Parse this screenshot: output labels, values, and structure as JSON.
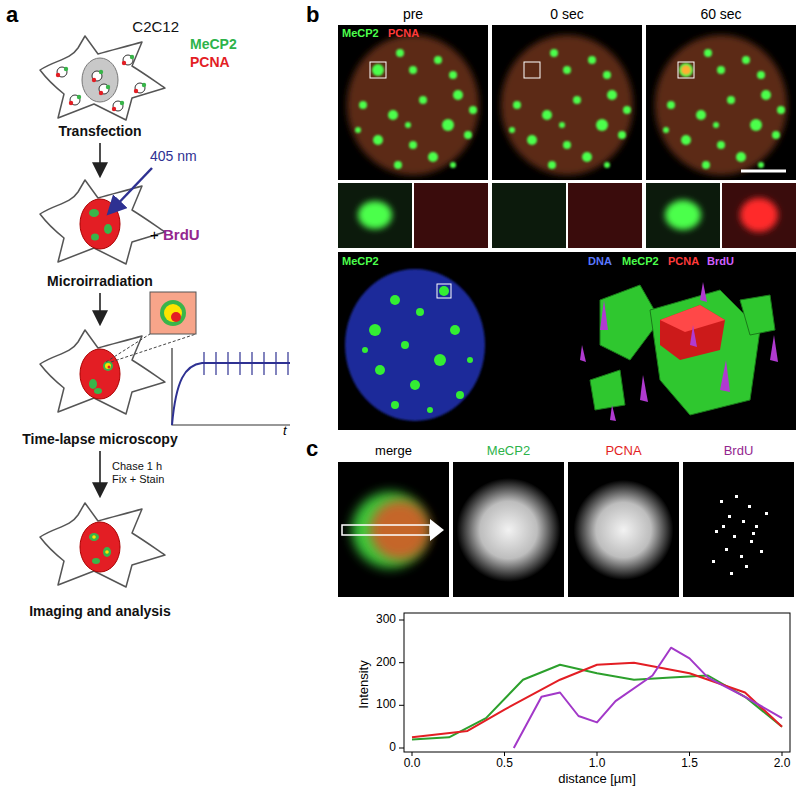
{
  "diagram": {
    "nodes": [
      {
        "text": [
          "C2C12",
          "Transfection"
        ]
      },
      {
        "text": [
          "Microirradiation"
        ]
      },
      {
        "text": [
          "Time-lapse microscopy"
        ]
      },
      {
        "text": [
          "Imaging and analysis"
        ]
      }
    ],
    "edges": [
      {
        "from": 0,
        "to": 1,
        "arrow": "to"
      },
      {
        "from": 1,
        "to": 2,
        "arrow": "to"
      },
      {
        "from": 2,
        "to": 3,
        "label": "Chase 1 h Fix + Stain",
        "arrow": "to"
      }
    ],
    "labels": [
      "a",
      "MeCP2",
      "PCNA",
      "405 nm",
      "+",
      "BrdU",
      "t",
      "b",
      "pre",
      "0 sec",
      "60 sec",
      "MeCP2",
      "PCNA",
      "MeCP2",
      "DNA",
      "MeCP2",
      "PCNA",
      "BrdU",
      "c",
      "merge",
      "MeCP2",
      "PCNA",
      "BrdU",
      "Intensity",
      "300",
      "200",
      "100",
      "0",
      "0.0",
      "0.5",
      "1.0",
      "1.5",
      "2.0",
      "distance [µm]"
    ]
  }
}
